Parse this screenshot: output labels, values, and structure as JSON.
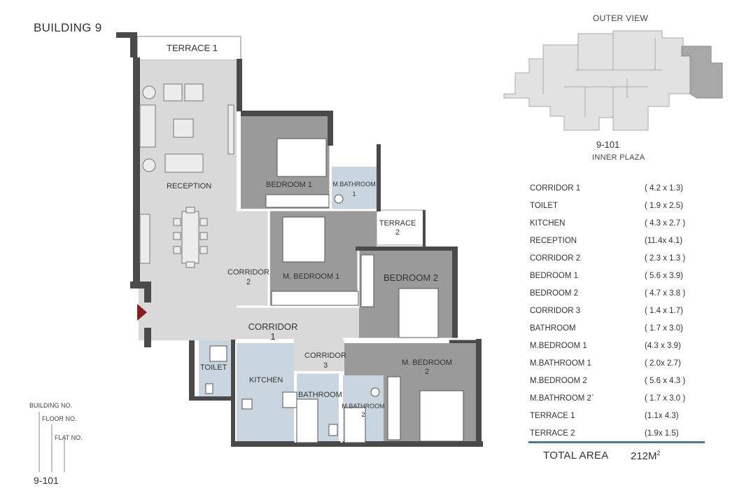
{
  "building_title": "BUILDING 9",
  "plan": {
    "rooms": {
      "terrace1": "TERRACE 1",
      "reception": "RECEPTION",
      "bedroom1": "BEDROOM 1",
      "m_bathroom1_a": "M.BATHROOM",
      "m_bathroom1_b": "1",
      "terrace2_a": "TERRACE",
      "terrace2_b": "2",
      "corridor2_a": "CORRIDOR",
      "corridor2_b": "2",
      "m_bedroom1": "M. BEDROOM 1",
      "bedroom2": "BEDROOM 2",
      "corridor1_a": "CORRIDOR",
      "corridor1_b": "1",
      "corridor3_a": "CORRIDOR",
      "corridor3_b": "3",
      "m_bedroom2_a": "M. BEDROOM",
      "m_bedroom2_b": "2",
      "toilet": "TOILET",
      "kitchen": "KITCHEN",
      "bathroom": "BATHROOM",
      "m_bathroom2_a": "M.BATHROOM",
      "m_bathroom2_b": "2"
    }
  },
  "outer_view": {
    "title": "OUTER VIEW",
    "unit_code": "9-101",
    "caption": "INNER PLAZA"
  },
  "area_table": [
    {
      "room": "CORRIDOR 1",
      "dim": "( 4.2 x 1.3)"
    },
    {
      "room": "TOILET",
      "dim": "( 1.9 x 2.5)"
    },
    {
      "room": "KITCHEN",
      "dim": "( 4.3 x 2.7 )"
    },
    {
      "room": "RECEPTION",
      "dim": "(11.4x 4.1)"
    },
    {
      "room": "CORRIDOR 2",
      "dim": "( 2.3 x 1.3 )"
    },
    {
      "room": "BEDROOM 1",
      "dim": "( 5.6 x 3.9)"
    },
    {
      "room": "BEDROOM 2",
      "dim": "( 4.7 x 3.8 )"
    },
    {
      "room": "CORRIDOR 3",
      "dim": "( 1.4 x 1.7)"
    },
    {
      "room": "BATHROOM",
      "dim": "( 1.7 x 3.0)"
    },
    {
      "room": "M.BEDROOM 1",
      "dim": "(4.3 x 3.9)"
    },
    {
      "room": "M.BATHROOM 1",
      "dim": "( 2.0x 2.7)"
    },
    {
      "room": "M.BEDROOM 2",
      "dim": "( 5.6 x 4.3 )"
    },
    {
      "room": "M.BATHROOM 2`",
      "dim": "( 1.7 x 3.0 )"
    },
    {
      "room": "TERRACE 1",
      "dim": "(1.1x 4.3)"
    },
    {
      "room": "TERRACE 2",
      "dim": "(1.9x 1.5)"
    }
  ],
  "total": {
    "label": "TOTAL AREA",
    "value": "212M",
    "unit_sup": "2"
  },
  "legend": {
    "building_no": "BUILDING NO.",
    "floor_no": "FLOOR NO.",
    "flat_no": "FLAT NO.",
    "code": "9-101"
  }
}
